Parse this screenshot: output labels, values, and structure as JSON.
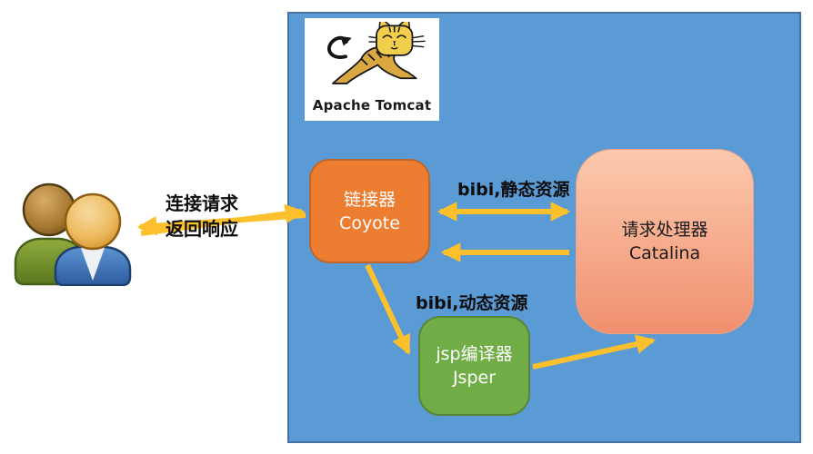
{
  "colors": {
    "container_fill": "#5B9BD5",
    "container_border": "#4472A4",
    "coyote_fill": "#ED7D31",
    "catalina_fill_top": "#FCC9AE",
    "catalina_fill_bottom": "#F0906E",
    "jasper_fill": "#70AD47",
    "arrow": "#FBC02C"
  },
  "client": {
    "icon": "users-icon"
  },
  "labels": {
    "request": "连接请求",
    "response": "返回响应",
    "static_resource": "bibi,静态资源",
    "dynamic_resource": "bibi,动态资源"
  },
  "tomcat": {
    "caption": "Apache Tomcat",
    "logo_icon": "tomcat-cat-icon"
  },
  "nodes": {
    "coyote": {
      "title": "链接器",
      "subtitle": "Coyote"
    },
    "catalina": {
      "title": "请求处理器",
      "subtitle": "Catalina"
    },
    "jasper": {
      "title": "jsp编译器",
      "subtitle": "Jsper"
    }
  }
}
